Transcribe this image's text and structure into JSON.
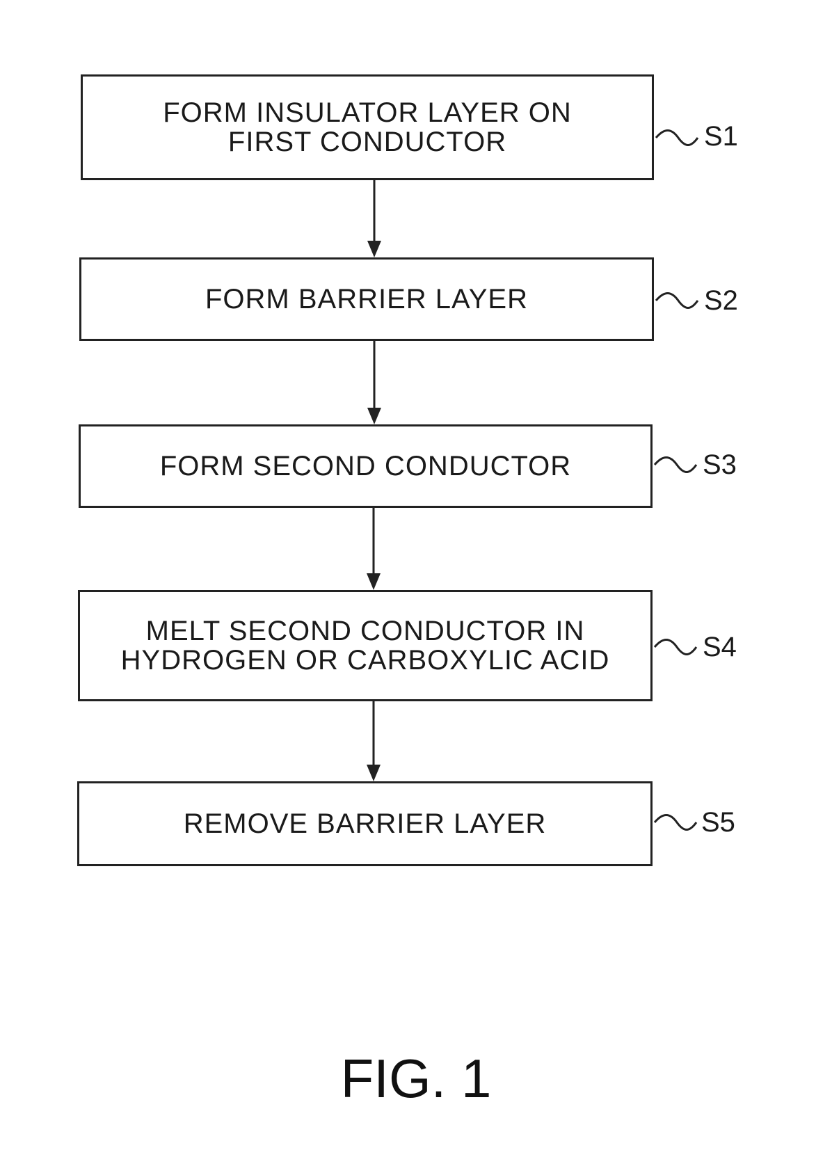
{
  "steps": [
    {
      "text": "FORM INSULATOR LAYER ON\nFIRST CONDUCTOR",
      "label": "S1"
    },
    {
      "text": "FORM BARRIER LAYER",
      "label": "S2"
    },
    {
      "text": "FORM SECOND CONDUCTOR",
      "label": "S3"
    },
    {
      "text": "MELT SECOND CONDUCTOR IN\nHYDROGEN OR CARBOXYLIC ACID",
      "label": "S4"
    },
    {
      "text": "REMOVE BARRIER LAYER",
      "label": "S5"
    }
  ],
  "caption": "FIG. 1",
  "colors": {
    "line": "#222222",
    "text": "#1a1a1a",
    "background": "#ffffff"
  }
}
